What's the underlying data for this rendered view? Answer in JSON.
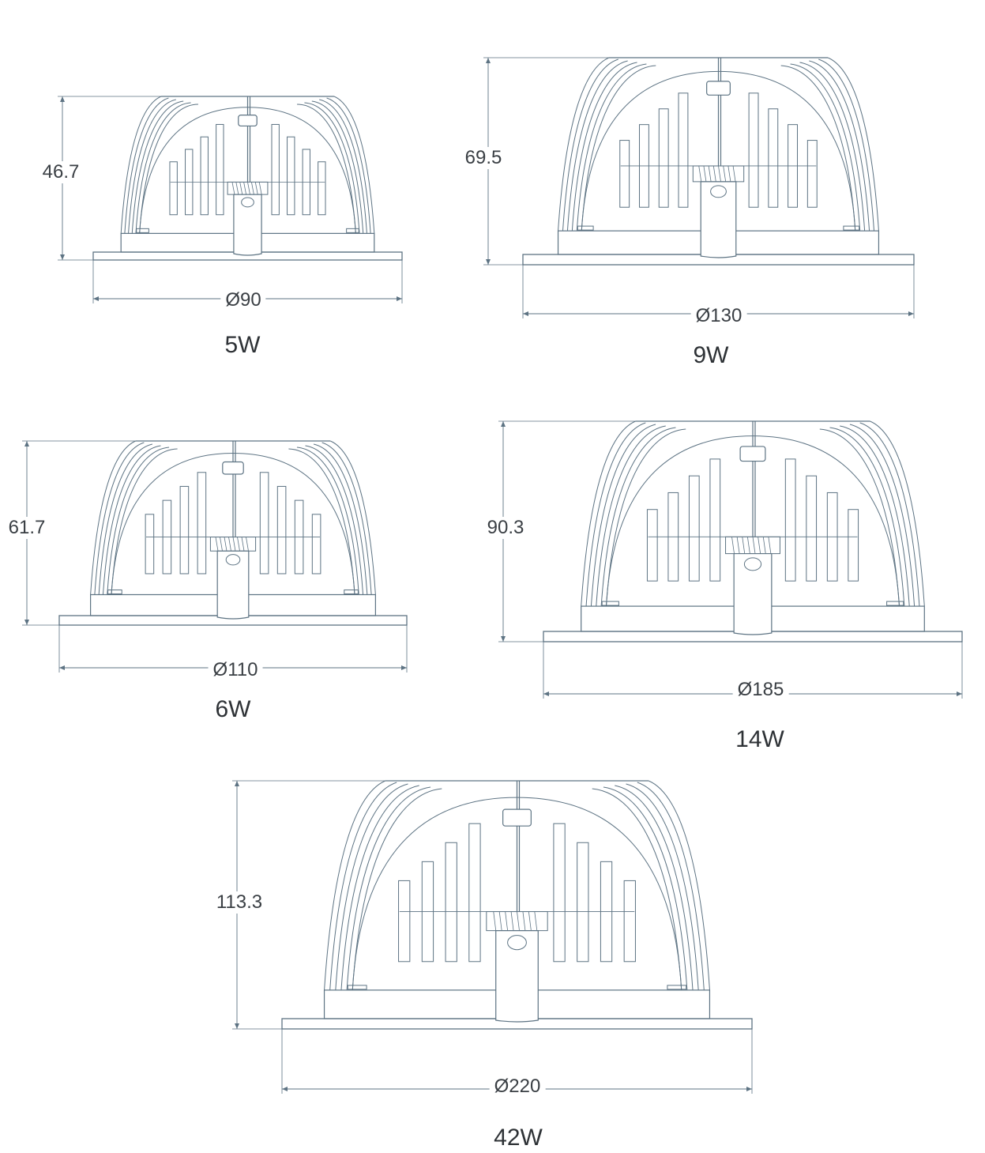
{
  "colors": {
    "line": "#5d7383",
    "text": "#3a3f44"
  },
  "fixtures": [
    {
      "power": "5W",
      "height_label": "46.7",
      "diameter_label": "Ø90"
    },
    {
      "power": "9W",
      "height_label": "69.5",
      "diameter_label": "Ø130"
    },
    {
      "power": "6W",
      "height_label": "61.7",
      "diameter_label": "Ø110"
    },
    {
      "power": "14W",
      "height_label": "90.3",
      "diameter_label": "Ø185"
    },
    {
      "power": "42W",
      "height_label": "113.3",
      "diameter_label": "Ø220"
    }
  ]
}
